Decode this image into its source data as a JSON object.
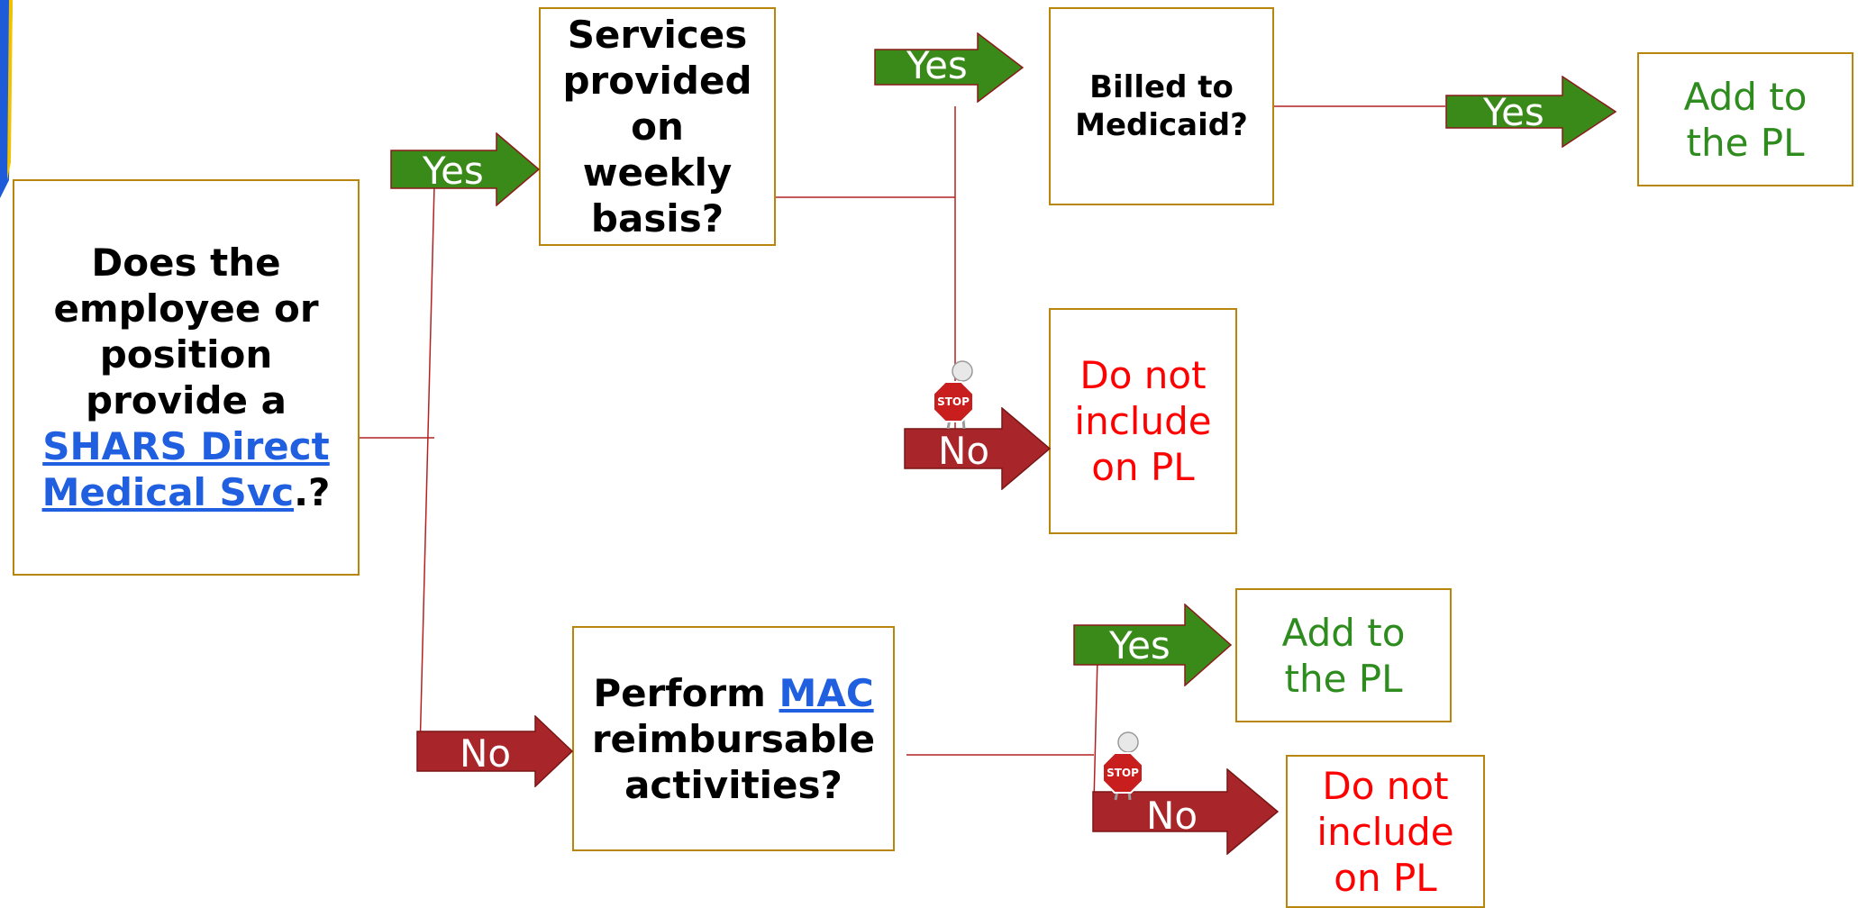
{
  "colors": {
    "box_border": "#B8860B",
    "yes_arrow": "#3A8A1A",
    "no_arrow": "#A8262A",
    "connector": "#B22222",
    "link": "#1F5FE0",
    "add_text": "#2E8B1E",
    "exclude_text": "#FF0000"
  },
  "q1": {
    "line1": "Does the",
    "line2": "employee or",
    "line3": "position",
    "line4": "provide a",
    "link1": "SHARS Direct",
    "link2": "Medical Svc",
    "suffix": ".?"
  },
  "q2": {
    "line1": "Services",
    "line2": "provided",
    "line3": "on",
    "line4": "weekly",
    "line5": "basis?"
  },
  "q3": {
    "line1": "Billed to",
    "line2": "Medicaid?"
  },
  "q4": {
    "prefix": "Perform ",
    "link": "MAC",
    "line2": "reimbursable",
    "line3": "activities?"
  },
  "outcomes": {
    "add_pl": {
      "line1": "Add to",
      "line2": "the PL"
    },
    "exclude_pl": {
      "line1": "Do not",
      "line2": "include",
      "line3": "on PL"
    }
  },
  "arrows": {
    "yes": "Yes",
    "no": "No"
  },
  "stop_sign": "STOP",
  "icons": {
    "stop": "stop-sign-figure-icon"
  }
}
